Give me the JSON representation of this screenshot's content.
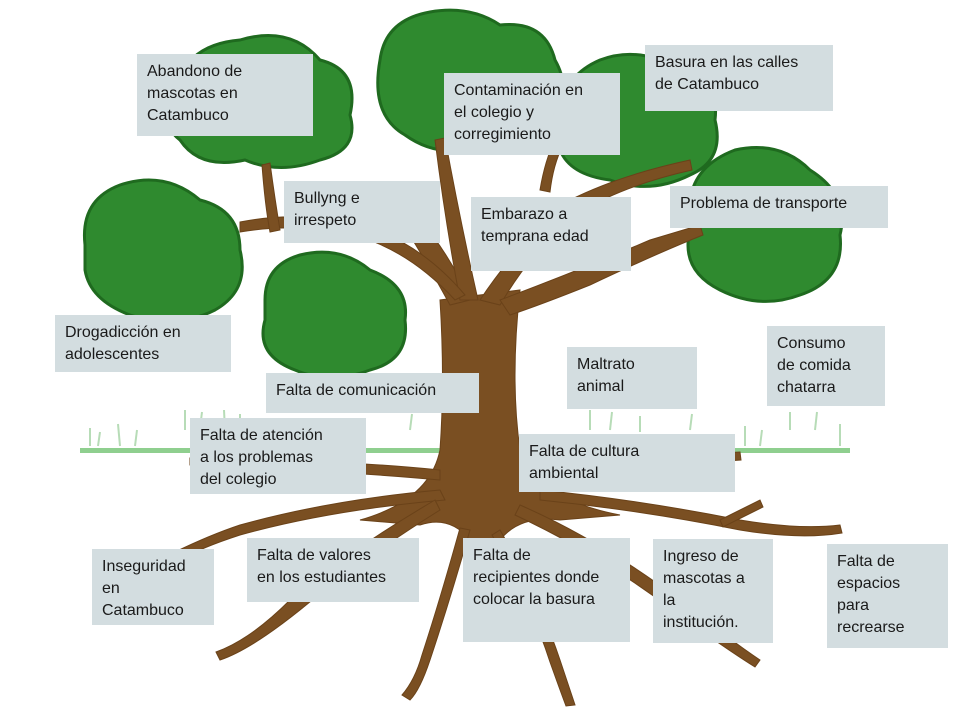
{
  "labels": {
    "abandono": "Abandono de\nmascotas en\nCatambuco",
    "contaminacion": "Contaminación en\nel colegio y\ncorregimiento",
    "basura": "Basura en las calles\nde Catambuco",
    "bullyng": "Bullyng e\nirrespeto",
    "embarazo": "Embarazo a\ntemprana edad",
    "transporte": "Problema de transporte",
    "drogadiccion": "Drogadicción en\nadolescentes",
    "maltrato": "Maltrato\nanimal",
    "consumo": "Consumo\nde comida\nchatarra",
    "comunicacion": "Falta de comunicación",
    "atencion": "Falta de atención\na los problemas\ndel colegio",
    "cultura": "Falta de cultura\nambiental",
    "inseguridad": "Inseguridad\nen\nCatambuco",
    "valores": "Falta de valores\nen los estudiantes",
    "recipientes": "Falta de\nrecipientes donde\ncolocar la basura",
    "ingreso": "Ingreso de\nmascotas a\nla\ninstitución.",
    "espacios": "Falta de\nespacios\npara\nrecrearse"
  },
  "colors": {
    "foliage": "#2f8a2f",
    "foliage_dark": "#1f6a1f",
    "trunk": "#7a4f22",
    "grass": "#9fcf9f",
    "label_bg": "#d3dde0"
  }
}
